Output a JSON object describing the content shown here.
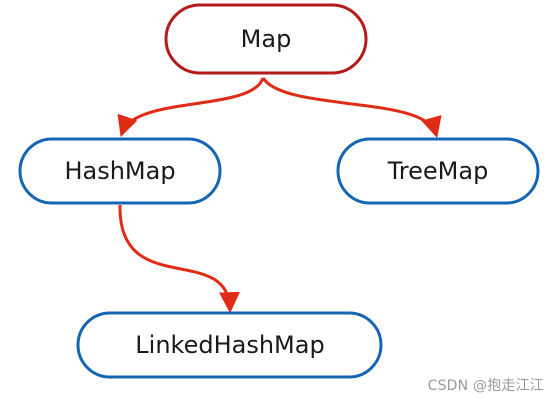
{
  "nodes": {
    "map": {
      "label": "Map",
      "color": "#b31b1b"
    },
    "hashmap": {
      "label": "HashMap",
      "color": "#1565b5"
    },
    "treemap": {
      "label": "TreeMap",
      "color": "#1565b5"
    },
    "linkedhashmap": {
      "label": "LinkedHashMap",
      "color": "#1565b5"
    }
  },
  "edges": [
    {
      "from": "Map",
      "to": "HashMap"
    },
    {
      "from": "Map",
      "to": "TreeMap"
    },
    {
      "from": "HashMap",
      "to": "LinkedHashMap"
    }
  ],
  "edge_color": "#e02c14",
  "watermark": "CSDN @抱走江江"
}
